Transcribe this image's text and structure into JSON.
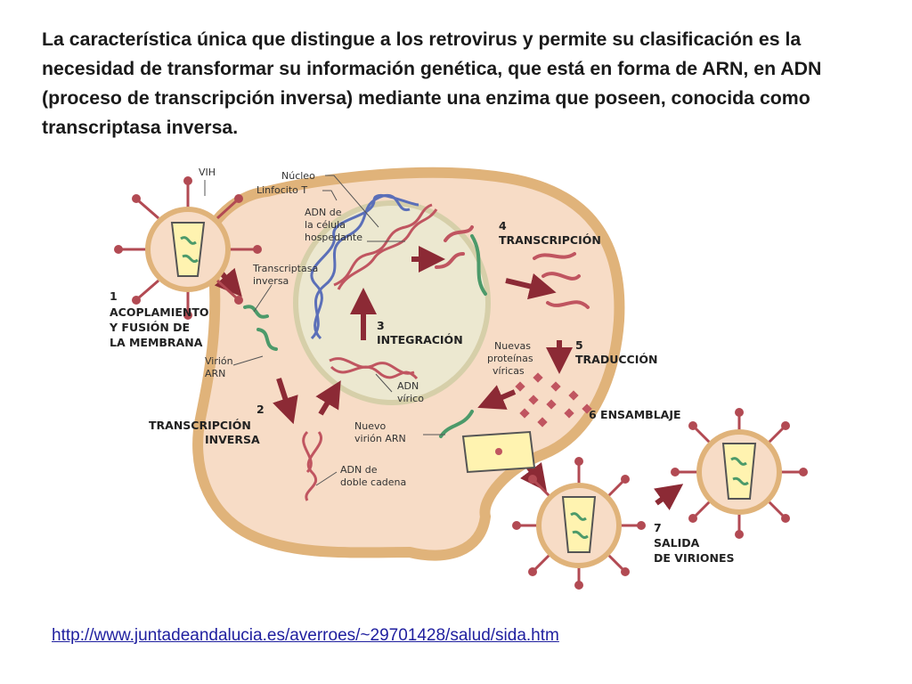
{
  "slide": {
    "text": "La característica única que distingue a los retrovirus y permite su clasificación es la necesidad de transformar su información genética, que está en forma de ARN, en ADN (proceso de transcripción inversa) mediante una enzima que poseen, conocida como transcriptasa inversa.",
    "link": "http://www.juntadeandalucia.es/averroes/~29701428/salud/sida.htm"
  },
  "diagram": {
    "labels": {
      "vih": "VIH",
      "nucleo": "Núcleo",
      "linfocito": "Linfocito T",
      "adn_host_1": "ADN de",
      "adn_host_2": "la célula",
      "adn_host_3": "hospedante",
      "transcriptasa_1": "Transcriptasa",
      "transcriptasa_2": "inversa",
      "virion_arn_1": "Virión",
      "virion_arn_2": "ARN",
      "adn_virico_1": "ADN",
      "adn_virico_2": "vírico",
      "nuevas_1": "Nuevas",
      "nuevas_2": "proteínas",
      "nuevas_3": "víricas",
      "nuevo_virion_1": "Nuevo",
      "nuevo_virion_2": "virión ARN",
      "adn_doble_1": "ADN de",
      "adn_doble_2": "doble cadena"
    },
    "steps": {
      "s1_num": "1",
      "s1_l1": "ACOPLAMIENTO",
      "s1_l2": "Y FUSIÓN DE",
      "s1_l3": "LA MEMBRANA",
      "s2_num": "2",
      "s2_l1": "TRANSCRIPCIÓN",
      "s2_l2": "INVERSA",
      "s3_num": "3",
      "s3_l1": "INTEGRACIÓN",
      "s4_num": "4",
      "s4_l1": "TRANSCRIPCIÓN",
      "s5_num": "5",
      "s5_l1": "TRADUCCIÓN",
      "s6": "6  ENSAMBLAJE",
      "s7_num": "7",
      "s7_l1": "SALIDA",
      "s7_l2": "DE VIRIONES"
    },
    "colors": {
      "cell_fill": "#f7dcc6",
      "cell_border": "#e0b37a",
      "nucleus_fill": "#ece8d0",
      "nucleus_border": "#d6cfa9",
      "arrow": "#8c2a35",
      "spike": "#b24a53",
      "capsid": "#fff3b0",
      "rna_green": "#4c9a6a",
      "rna_red": "#c05560",
      "dna_blue": "#5b6fb8"
    }
  }
}
